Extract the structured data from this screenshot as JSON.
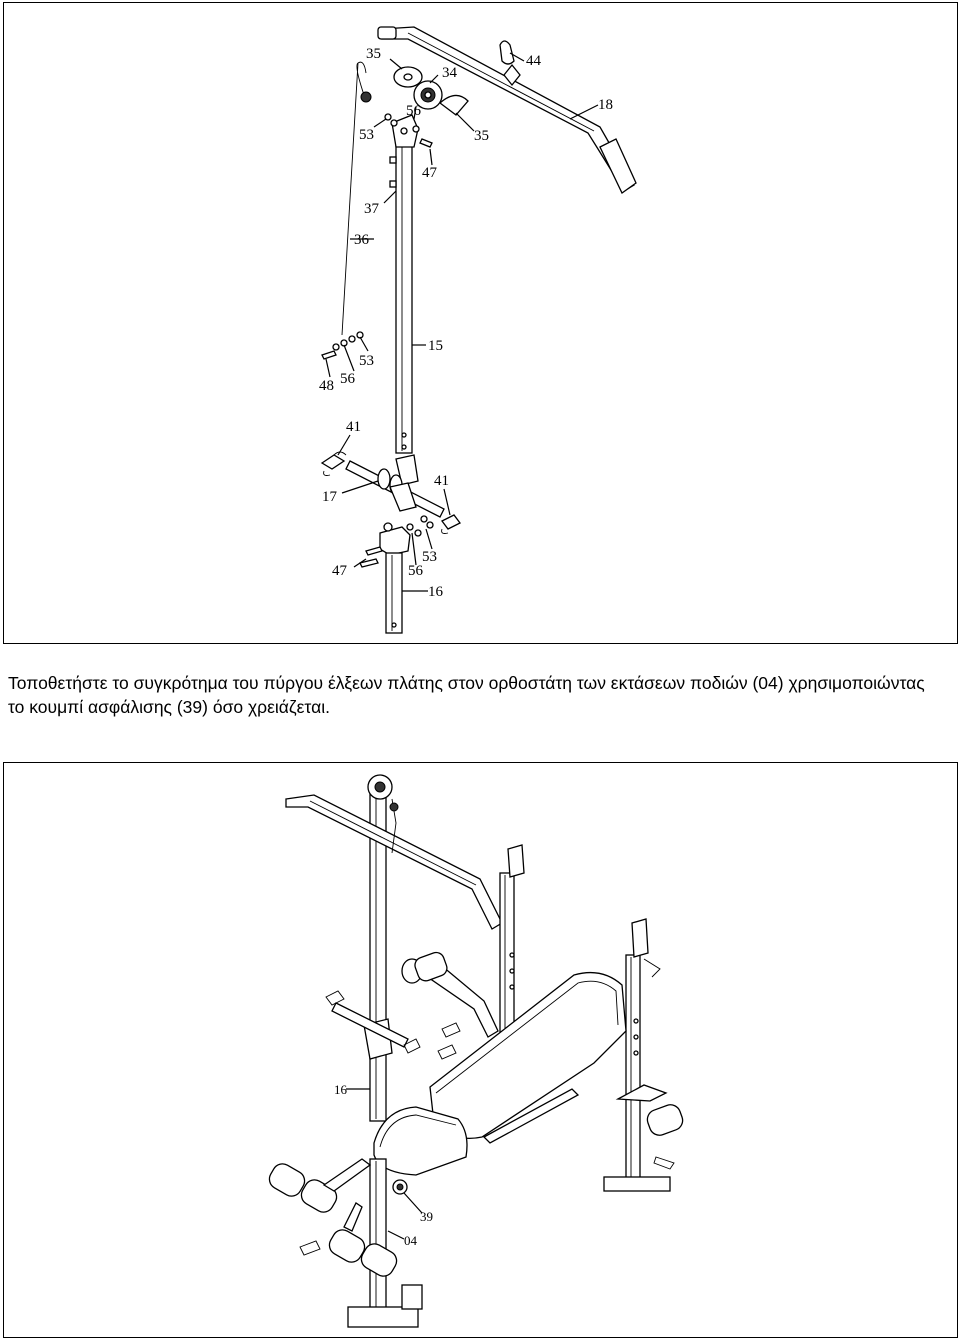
{
  "instruction": {
    "line1": "Τοποθετήστε το συγκρότημα του πύργου έλξεων πλάτης στον ορθοστάτη των εκτάσεων ποδιών (04) χρησιμοποιώντας",
    "line2": "το κουμπί ασφάλισης (39) όσο χρειάζεται."
  },
  "exploded_view": {
    "labels": {
      "p35a": "35",
      "p34": "34",
      "p44": "44",
      "p18": "18",
      "p56a": "56",
      "p53a": "53",
      "p35b": "35",
      "p47a": "47",
      "p37": "37",
      "p36": "36",
      "p15": "15",
      "p53b": "53",
      "p56b": "56",
      "p48": "48",
      "p41a": "41",
      "p17": "17",
      "p41b": "41",
      "p53c": "53",
      "p47b": "47",
      "p56c": "56",
      "p16": "16"
    }
  },
  "assembled_view": {
    "labels": {
      "p16": "16",
      "p39": "39",
      "p04": "04"
    }
  }
}
